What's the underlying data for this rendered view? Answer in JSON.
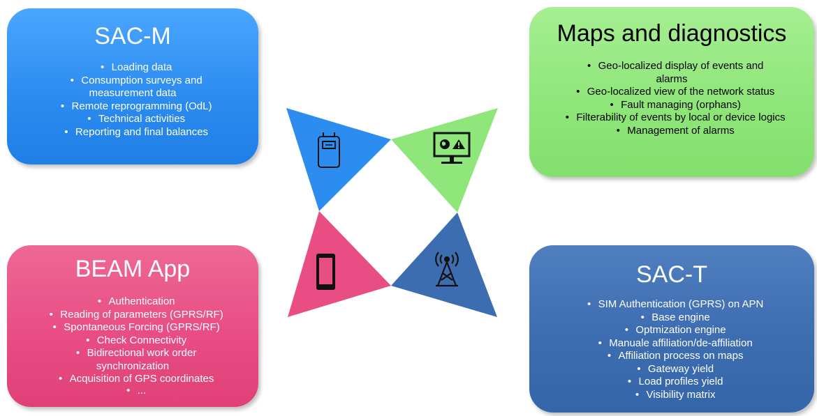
{
  "boxes": {
    "sacm": {
      "title": "SAC-M",
      "items": [
        "Loading data",
        "Consumption surveys and measurement data",
        "Remote reprogramming (OdL)",
        "Technical activities",
        "Reporting and final balances"
      ]
    },
    "maps": {
      "title": "Maps and diagnostics",
      "items": [
        "Geo-localized display of events and alarms",
        "Geo-localized view of the network status",
        "Fault managing (orphans)",
        "Filterability of events by local or device logics",
        "Management of alarms"
      ]
    },
    "beam": {
      "title": "BEAM App",
      "items": [
        "Authentication",
        "Reading of parameters (GPRS/RF)",
        "Spontaneous Forcing (GPRS/RF)",
        "Check Connectivity",
        "Bidirectional work order synchronization",
        "Acquisition of GPS coordinates",
        "..."
      ]
    },
    "sact": {
      "title": "SAC-T",
      "items": [
        "SIM Authentication (GPRS) on APN",
        "Base engine",
        "Optmization engine",
        "Manuale affiliation/de-affiliation",
        "Affiliation process on maps",
        "Gateway yield",
        "Load profiles yield",
        "Visibility matrix"
      ]
    }
  },
  "bullet": "•",
  "colors": {
    "blue": "#2d8cf0",
    "green": "#8fe67a",
    "pink": "#e84d84",
    "navy": "#3d6db1"
  },
  "icons": [
    "gas-meter-icon",
    "monitor-alert-icon",
    "smartphone-icon",
    "antenna-tower-icon"
  ]
}
